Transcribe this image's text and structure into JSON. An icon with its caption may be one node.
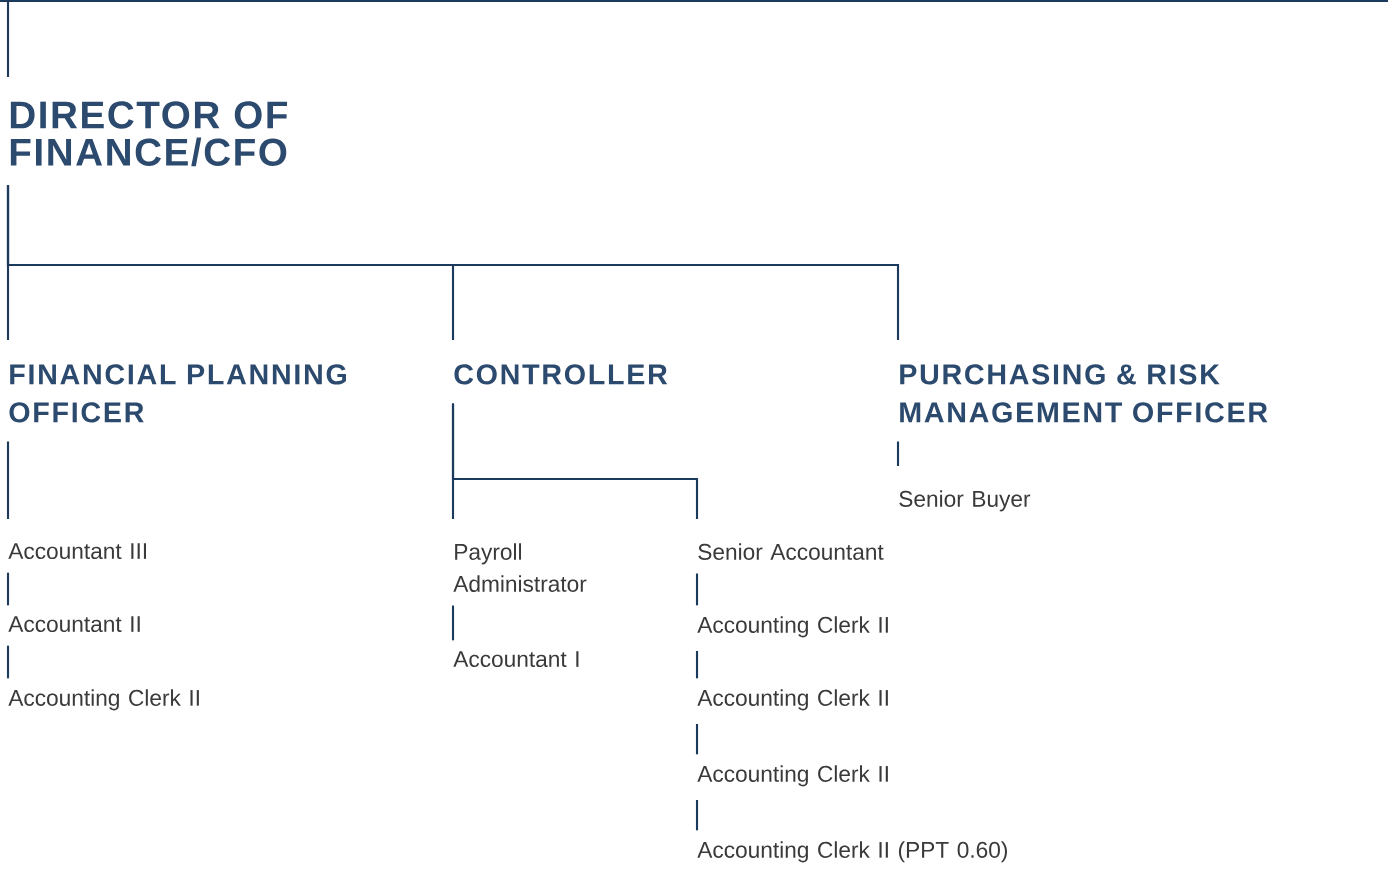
{
  "diagram": {
    "nodes": [
      {
        "text": [
          "DIRECTOR OF FINANCE/CFO"
        ]
      },
      {
        "text": [
          "FINANCIAL PLANNING OFFICER"
        ]
      },
      {
        "text": [
          "CONTROLLER"
        ]
      },
      {
        "text": [
          "PURCHASING & RISK MANAGEMENT OFFICER"
        ]
      },
      {
        "text": [
          "Accountant III"
        ]
      },
      {
        "text": [
          "Accountant II"
        ]
      },
      {
        "text": [
          "Accounting Clerk II"
        ]
      },
      {
        "text": [
          "Payroll Administrator"
        ]
      },
      {
        "text": [
          "Accountant I"
        ]
      },
      {
        "text": [
          "Senior Accountant"
        ]
      },
      {
        "text": [
          "Accounting Clerk II"
        ]
      },
      {
        "text": [
          "Accounting Clerk II"
        ]
      },
      {
        "text": [
          "Accounting Clerk II"
        ]
      },
      {
        "text": [
          "Accounting Clerk II (PPT 0.60)"
        ]
      },
      {
        "text": [
          "Senior Buyer"
        ]
      }
    ],
    "edges": [
      {
        "from": null,
        "to": 0,
        "arrow": "none"
      },
      {
        "from": 0,
        "to": 1,
        "arrow": "none"
      },
      {
        "from": 0,
        "to": 2,
        "arrow": "none"
      },
      {
        "from": 0,
        "to": 3,
        "arrow": "none"
      },
      {
        "from": 1,
        "to": 4,
        "arrow": "none"
      },
      {
        "from": 4,
        "to": 5,
        "arrow": "none"
      },
      {
        "from": 5,
        "to": 6,
        "arrow": "none"
      },
      {
        "from": 2,
        "to": 7,
        "arrow": "none"
      },
      {
        "from": 2,
        "to": 9,
        "arrow": "none"
      },
      {
        "from": 7,
        "to": 8,
        "arrow": "none"
      },
      {
        "from": 9,
        "to": 10,
        "arrow": "none"
      },
      {
        "from": 10,
        "to": 11,
        "arrow": "none"
      },
      {
        "from": 11,
        "to": 12,
        "arrow": "none"
      },
      {
        "from": 12,
        "to": 13,
        "arrow": "none"
      },
      {
        "from": 3,
        "to": 14,
        "arrow": "none"
      }
    ]
  }
}
